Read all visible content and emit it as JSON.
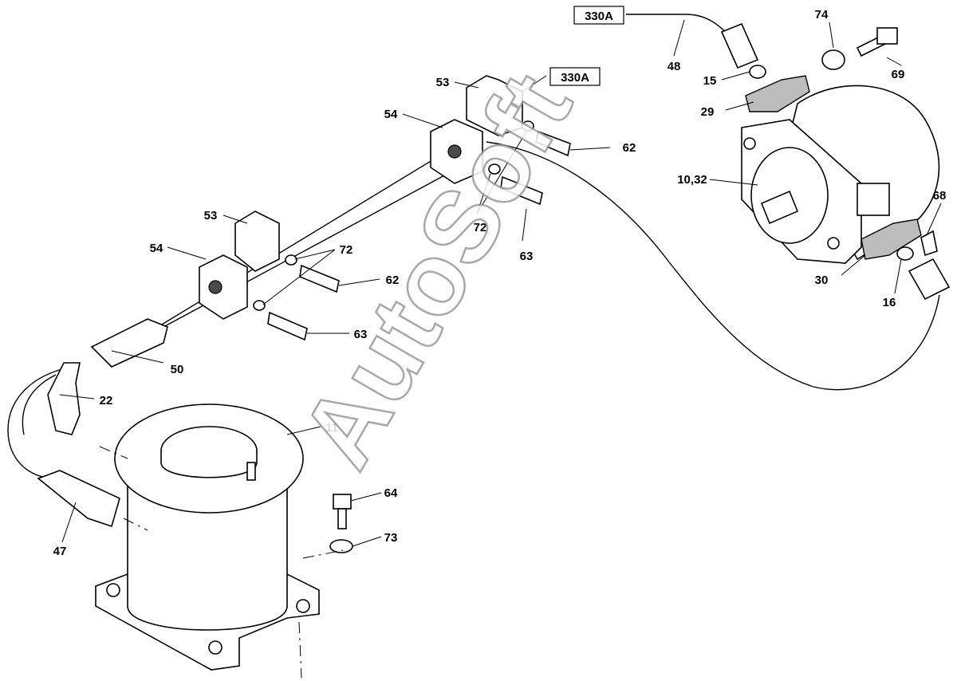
{
  "watermark": "AutoSoft",
  "references": [
    "330A",
    "330A"
  ],
  "callouts": {
    "c48": "48",
    "c74": "74",
    "c69": "69",
    "c15": "15",
    "c29": "29",
    "c1032": "10,32",
    "c68": "68",
    "c30": "30",
    "c16": "16",
    "c53a": "53",
    "c54a": "54",
    "c62a": "62",
    "c72a": "72",
    "c63a": "63",
    "c53b": "53",
    "c54b": "54",
    "c72b": "72",
    "c62b": "62",
    "c63b": "63",
    "c50": "50",
    "c22": "22",
    "c11": "11",
    "c64": "64",
    "c73": "73",
    "c47": "47"
  }
}
